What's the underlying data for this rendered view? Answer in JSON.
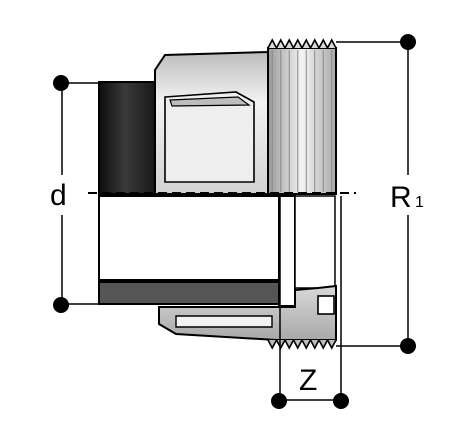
{
  "diagram": {
    "labels": {
      "d": "d",
      "r": "R",
      "r_sub": "1",
      "z": "Z"
    },
    "colors": {
      "outline": "#000000",
      "pipe_dark": "#1c1c1c",
      "fitting_light": "#e6e6e6",
      "fitting_mid": "#bdbdbd",
      "section_gray": "#8a8a8a",
      "white": "#ffffff"
    }
  }
}
